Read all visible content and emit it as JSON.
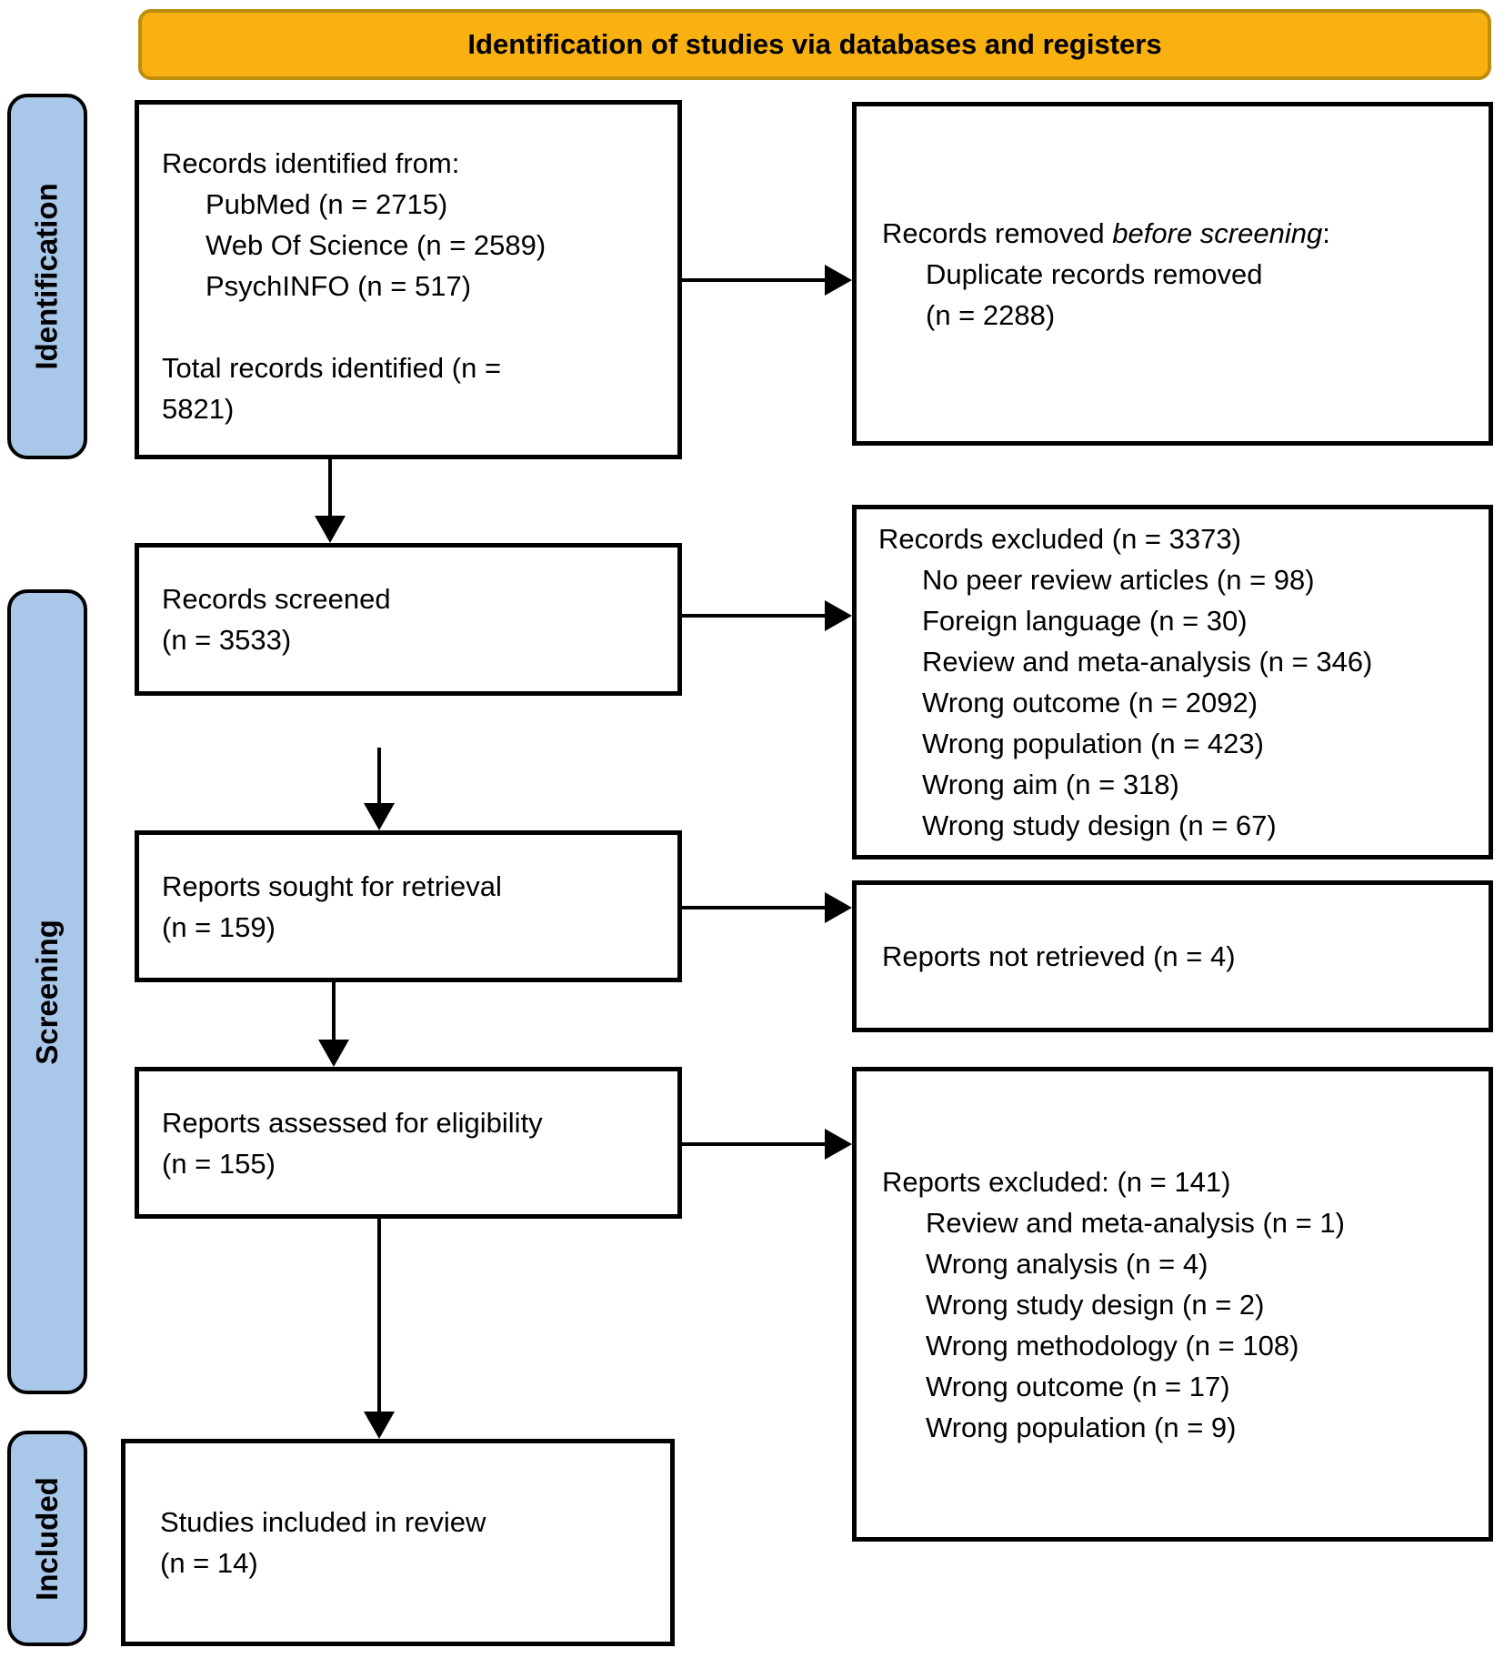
{
  "title": "Identification of studies via databases and registers",
  "stages": {
    "identification": "Identification",
    "screening": "Screening",
    "included": "Included"
  },
  "boxes": {
    "records_identified": {
      "lines": [
        "Records identified from:",
        "PubMed (n = 2715)",
        "Web Of Science (n = 2589)",
        "PsychINFO (n = 517)",
        "Total records identified (n =",
        "5821)"
      ]
    },
    "records_removed": {
      "prefix": "Records removed ",
      "italic": "before screening",
      "suffix": ":",
      "lines": [
        "Duplicate records removed",
        "(n = 2288)"
      ]
    },
    "records_screened": {
      "lines": [
        "Records screened",
        "(n = 3533)"
      ]
    },
    "records_excluded": {
      "lines": [
        "Records excluded (n = 3373)",
        "No peer review articles (n = 98)",
        "Foreign language (n = 30)",
        "Review and meta-analysis (n = 346)",
        "Wrong outcome (n = 2092)",
        "Wrong population (n = 423)",
        "Wrong aim (n = 318)",
        "Wrong study design (n = 67)"
      ]
    },
    "reports_sought": {
      "lines": [
        "Reports sought for retrieval",
        "(n = 159)"
      ]
    },
    "reports_not_retrieved": {
      "lines": [
        "Reports not retrieved (n = 4)"
      ]
    },
    "reports_assessed": {
      "lines": [
        "Reports assessed for eligibility",
        "(n = 155)"
      ]
    },
    "reports_excluded": {
      "lines": [
        "Reports excluded: (n = 141)",
        "Review and meta-analysis (n = 1)",
        "Wrong analysis (n = 4)",
        "Wrong study design (n = 2)",
        "Wrong methodology (n = 108)",
        "Wrong outcome (n = 17)",
        "Wrong population (n = 9)"
      ]
    },
    "studies_included": {
      "lines": [
        "Studies included in review",
        "(n = 14)"
      ]
    }
  },
  "colors": {
    "banner_fill": "#F9B011",
    "banner_border": "#BD8E0E",
    "stage_fill": "#A9C7E8",
    "box_border": "#000000",
    "arrow": "#000000"
  }
}
